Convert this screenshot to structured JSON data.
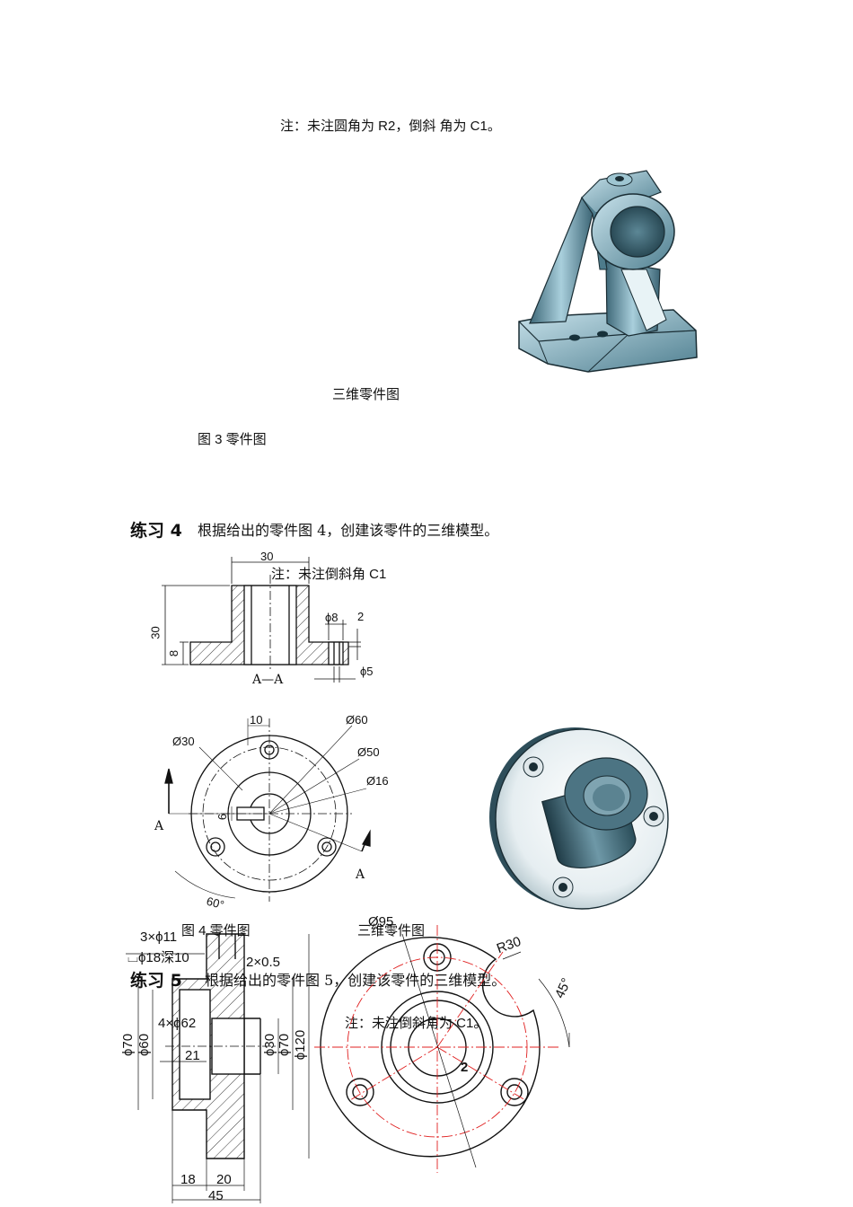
{
  "page": {
    "note_top": "注：未注圆角为 R2，倒斜 角为 C1。",
    "caption_3d_part3": "三维零件图",
    "caption_fig3": "图 3 零件图"
  },
  "exercise4": {
    "title": "练习 4",
    "instruction": "根据给出的零件图 4，创建该零件的三维模型。",
    "note": "注：未注倒斜角 C1",
    "section_label": "A—A",
    "dims": {
      "d30_top": "30",
      "d30_h": "30",
      "d8": "8",
      "phi8": "ϕ8",
      "d2": "2",
      "phi5": "ϕ5",
      "d10": "10",
      "phi60": "Ø60",
      "phi30": "Ø30",
      "phi50": "Ø50",
      "phi16": "Ø16",
      "d6": "6",
      "ang60": "60°",
      "A_left": "A",
      "A_right": "A"
    },
    "caption_fig": "图 4 零件图",
    "caption_3d": "三维零件图"
  },
  "exercise5": {
    "title": "练习 5",
    "instruction": "根据给出的零件图 5，创建该零件的三维模型。",
    "note": "注：未注倒斜角为 C1。",
    "dims": {
      "holes": "3×ϕ11",
      "cbore": "⌴ϕ18深10",
      "chamfer": "2×0.5",
      "holes4": "4×ϕ62",
      "phi70a": "ϕ70",
      "phi60": "ϕ60",
      "d21": "21",
      "phi30": "ϕ30",
      "phi70b": "ϕ70",
      "phi120": "ϕ120",
      "d18": "18",
      "d20": "20",
      "d45": "45",
      "phi95": "Ø95",
      "r30": "R30",
      "ang45": "45°",
      "num2": "2"
    }
  },
  "colors": {
    "steel": "#6f9fb0",
    "steel_dark": "#2d5564",
    "red_center": "#e02020"
  }
}
